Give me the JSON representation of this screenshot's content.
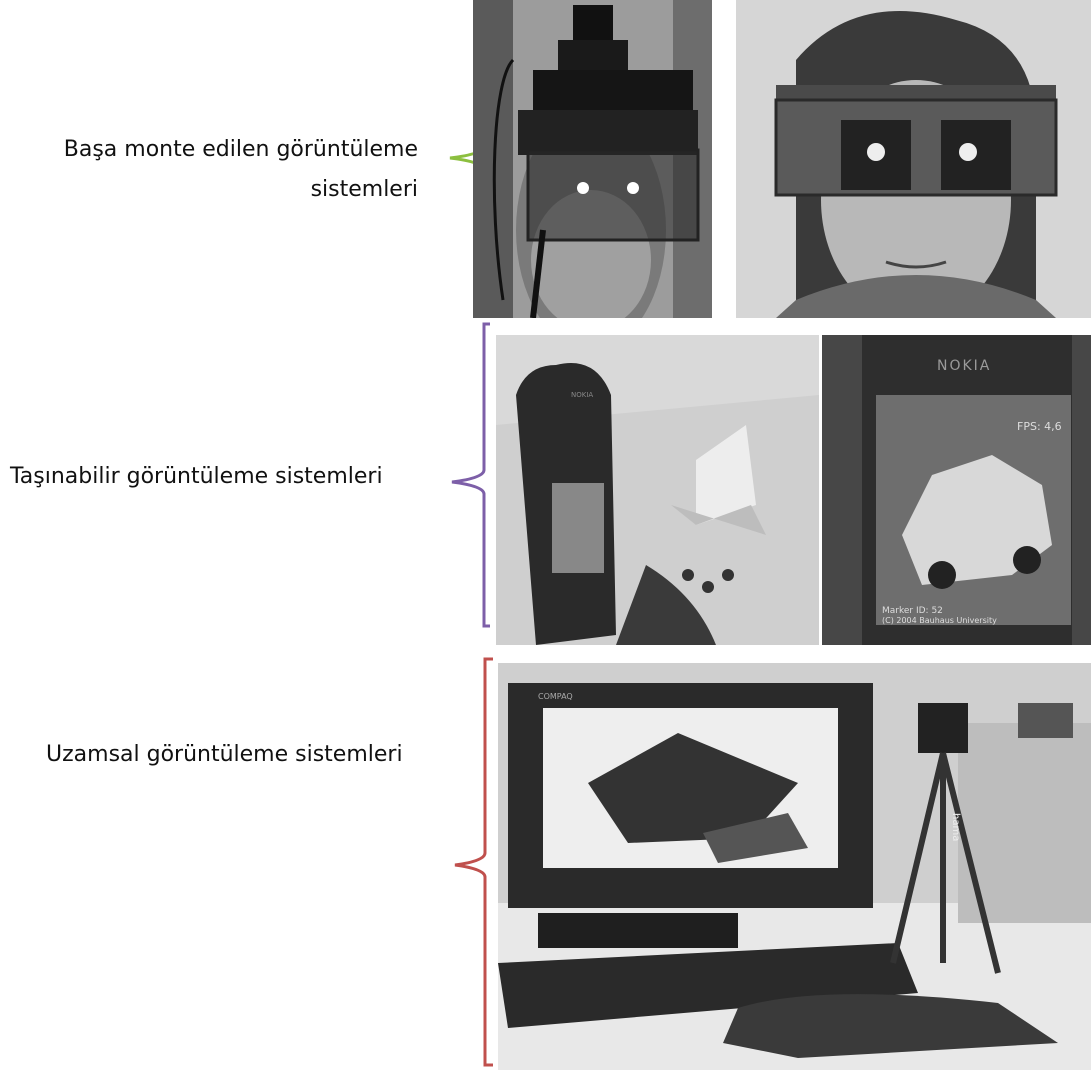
{
  "groups": [
    {
      "label_lines": [
        "Başa monte edilen görüntüleme",
        "sistemleri"
      ],
      "bracket_color": "#8cbf3f"
    },
    {
      "label_lines": [
        "Taşınabilir görüntüleme sistemleri"
      ],
      "bracket_color": "#7d5fa8"
    },
    {
      "label_lines": [
        "Uzamsal görüntüleme sistemleri"
      ],
      "bracket_color": "#c0504d"
    }
  ],
  "photos": {
    "phone_closeup": {
      "brand": "NOKIA",
      "fps": "FPS: 4,6",
      "marker": "Marker ID: 52",
      "copyright": "(C) 2004 Bauhaus University"
    },
    "phone_held": {
      "brand": "NOKIA"
    },
    "monitor": {
      "brand": "COMPAQ"
    },
    "tripod": {
      "brand": "hama"
    }
  }
}
